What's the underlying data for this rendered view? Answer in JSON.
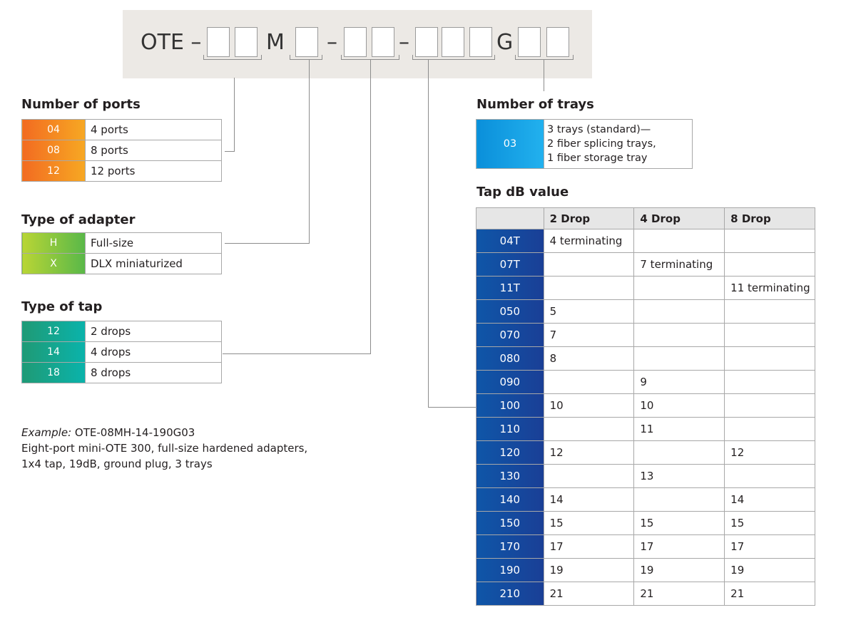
{
  "part_number": {
    "prefix": "OTE –",
    "m_letter": "M",
    "dash1": "–",
    "dash2": "–",
    "g_letter": "G"
  },
  "ports": {
    "title": "Number of ports",
    "rows": [
      {
        "code": "04",
        "label": "4 ports"
      },
      {
        "code": "08",
        "label": "8 ports"
      },
      {
        "code": "12",
        "label": "12 ports"
      }
    ]
  },
  "adapter": {
    "title": "Type of adapter",
    "rows": [
      {
        "code": "H",
        "label": "Full-size"
      },
      {
        "code": "X",
        "label": "DLX miniaturized"
      }
    ]
  },
  "tap": {
    "title": "Type of tap",
    "rows": [
      {
        "code": "12",
        "label": "2 drops"
      },
      {
        "code": "14",
        "label": "4 drops"
      },
      {
        "code": "18",
        "label": "8 drops"
      }
    ]
  },
  "trays": {
    "title": "Number of trays",
    "code": "03",
    "lines": [
      "3 trays (standard)—",
      "2 fiber splicing trays,",
      "1 fiber storage tray"
    ]
  },
  "tap_db": {
    "title": "Tap dB value",
    "headers": [
      "",
      "2 Drop",
      "4 Drop",
      "8 Drop"
    ],
    "rows": [
      {
        "code": "04T",
        "d2": "4 terminating",
        "d4": "",
        "d8": ""
      },
      {
        "code": "07T",
        "d2": "",
        "d4": "7 terminating",
        "d8": ""
      },
      {
        "code": "11T",
        "d2": "",
        "d4": "",
        "d8": "11 terminating"
      },
      {
        "code": "050",
        "d2": "5",
        "d4": "",
        "d8": ""
      },
      {
        "code": "070",
        "d2": "7",
        "d4": "",
        "d8": ""
      },
      {
        "code": "080",
        "d2": "8",
        "d4": "",
        "d8": ""
      },
      {
        "code": "090",
        "d2": "",
        "d4": "9",
        "d8": ""
      },
      {
        "code": "100",
        "d2": "10",
        "d4": "10",
        "d8": ""
      },
      {
        "code": "110",
        "d2": "",
        "d4": "11",
        "d8": ""
      },
      {
        "code": "120",
        "d2": "12",
        "d4": "",
        "d8": "12"
      },
      {
        "code": "130",
        "d2": "",
        "d4": "13",
        "d8": ""
      },
      {
        "code": "140",
        "d2": "14",
        "d4": "",
        "d8": "14"
      },
      {
        "code": "150",
        "d2": "15",
        "d4": "15",
        "d8": "15"
      },
      {
        "code": "170",
        "d2": "17",
        "d4": "17",
        "d8": "17"
      },
      {
        "code": "190",
        "d2": "19",
        "d4": "19",
        "d8": "19"
      },
      {
        "code": "210",
        "d2": "21",
        "d4": "21",
        "d8": "21"
      }
    ]
  },
  "example": {
    "label": "Example:",
    "part": "OTE-08MH-14-190G03",
    "line2": "Eight-port mini-OTE 300, full-size hardened adapters,",
    "line3": "1x4 tap, 19dB, ground plug, 3 trays"
  },
  "colors": {
    "ports": "#f26b21",
    "adapter": "#8cc63f",
    "tap": "#139b84",
    "trays": "#139ee2",
    "tap_db": "#1a4a9e",
    "header_band": "#ece9e5"
  }
}
